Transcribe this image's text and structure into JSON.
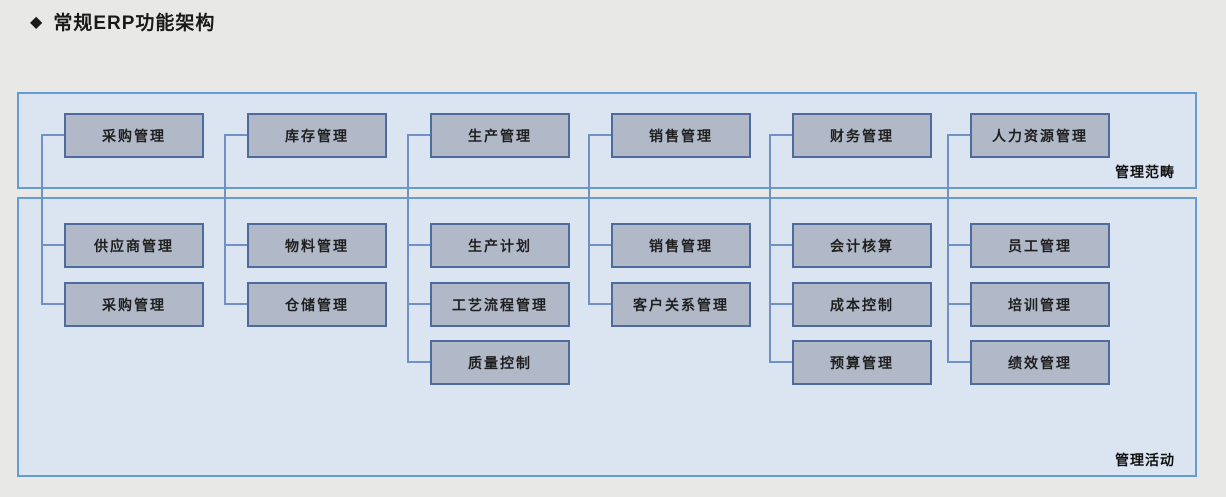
{
  "title": {
    "bullet": "◆",
    "text": "常规ERP功能架构"
  },
  "colors": {
    "page_background": "#e8e8e6",
    "panel_fill": "#dbe5f2",
    "panel_border": "#669cd6",
    "node_fill": "#b1b9c8",
    "node_border": "#4d6c9d",
    "connector": "#7091c1",
    "text": "#1f1f1f"
  },
  "panels": {
    "scope_label": "管理范畴",
    "activity_label": "管理活动"
  },
  "columns": [
    {
      "top": "采购管理",
      "subs": [
        "供应商管理",
        "采购管理"
      ]
    },
    {
      "top": "库存管理",
      "subs": [
        "物料管理",
        "仓储管理"
      ]
    },
    {
      "top": "生产管理",
      "subs": [
        "生产计划",
        "工艺流程管理",
        "质量控制"
      ]
    },
    {
      "top": "销售管理",
      "subs": [
        "销售管理",
        "客户关系管理"
      ]
    },
    {
      "top": "财务管理",
      "subs": [
        "会计核算",
        "成本控制",
        "预算管理"
      ]
    },
    {
      "top": "人力资源管理",
      "subs": [
        "员工管理",
        "培训管理",
        "绩效管理"
      ]
    }
  ]
}
